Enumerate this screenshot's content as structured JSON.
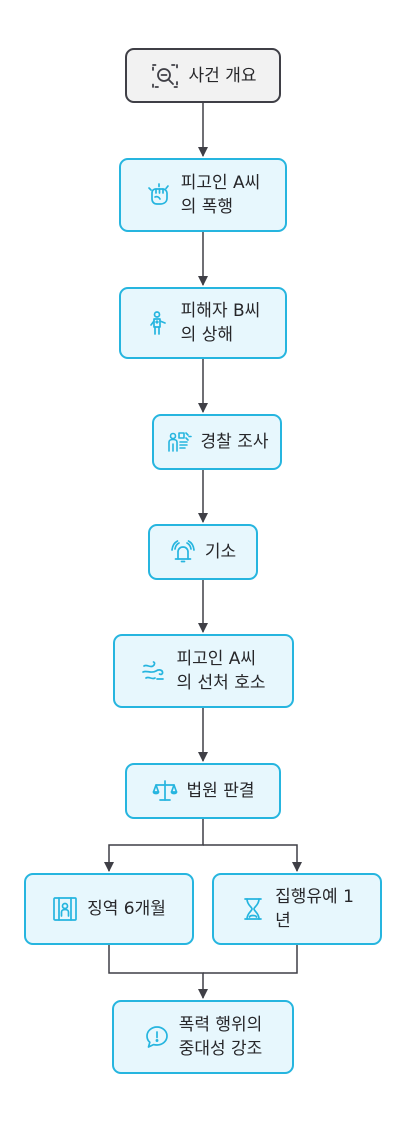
{
  "nodes": {
    "overview": {
      "label": "사건 개요",
      "icon": "search-icon"
    },
    "assault": {
      "label": "피고인 A씨\n의 폭행",
      "icon": "fist-icon"
    },
    "injury": {
      "label": "피해자 B씨\n의 상해",
      "icon": "injured-person-icon"
    },
    "investigation": {
      "label": "경찰 조사",
      "icon": "investigator-icon"
    },
    "indictment": {
      "label": "기소",
      "icon": "alarm-bell-icon"
    },
    "plea": {
      "label": "피고인 A씨\n의 선처 호소",
      "icon": "wind-icon"
    },
    "ruling": {
      "label": "법원 판결",
      "icon": "scales-icon"
    },
    "prison": {
      "label": "징역 6개월",
      "icon": "prison-bars-icon"
    },
    "probation": {
      "label": "집행유예 1\n년",
      "icon": "hourglass-icon"
    },
    "emphasis": {
      "label": "폭력 행위의\n중대성 강조",
      "icon": "speech-exclamation-icon"
    }
  },
  "colors": {
    "node_border": "#26b5df",
    "node_fill": "#e7f7fd",
    "start_border": "#3f3f46",
    "start_fill": "#f2f2f2",
    "edge": "#3f3f46",
    "text": "#27272a"
  }
}
